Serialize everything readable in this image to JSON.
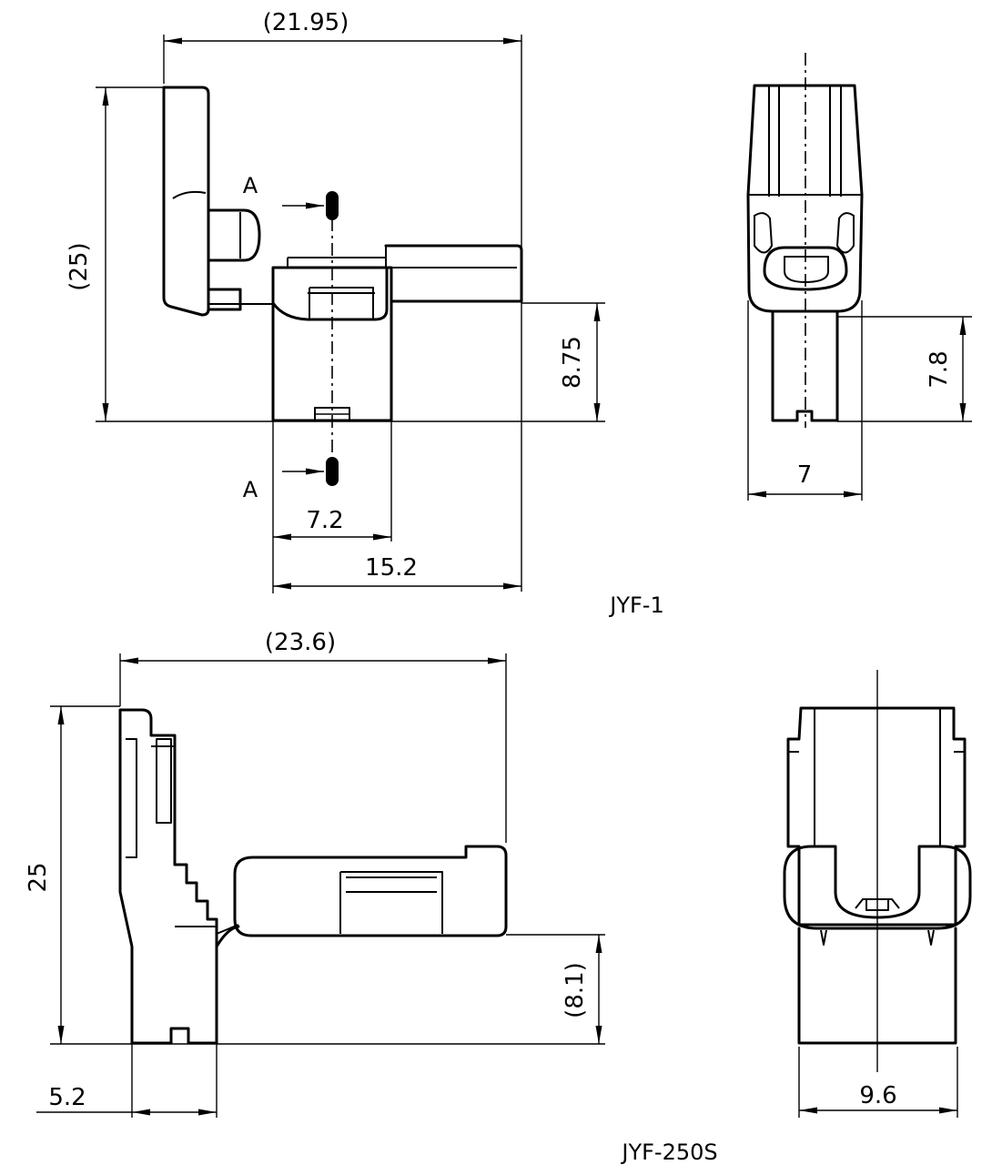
{
  "jyf1": {
    "model_label": "JYF-1",
    "dim_width_overall": "(21.95)",
    "dim_height_overall": "(25)",
    "dim_height_body": "8.75",
    "dim_section_width": "7.2",
    "dim_base_width": "15.2",
    "section_mark_top": "A",
    "section_mark_bottom": "A",
    "side_dim_height": "7.8",
    "side_dim_width": "7"
  },
  "jyf250s": {
    "model_label": "JYF-250S",
    "dim_width_overall": "(23.6)",
    "dim_height_overall": "25",
    "dim_height_body": "(8.1)",
    "dim_base_width": "5.2",
    "side_dim_width": "9.6"
  }
}
